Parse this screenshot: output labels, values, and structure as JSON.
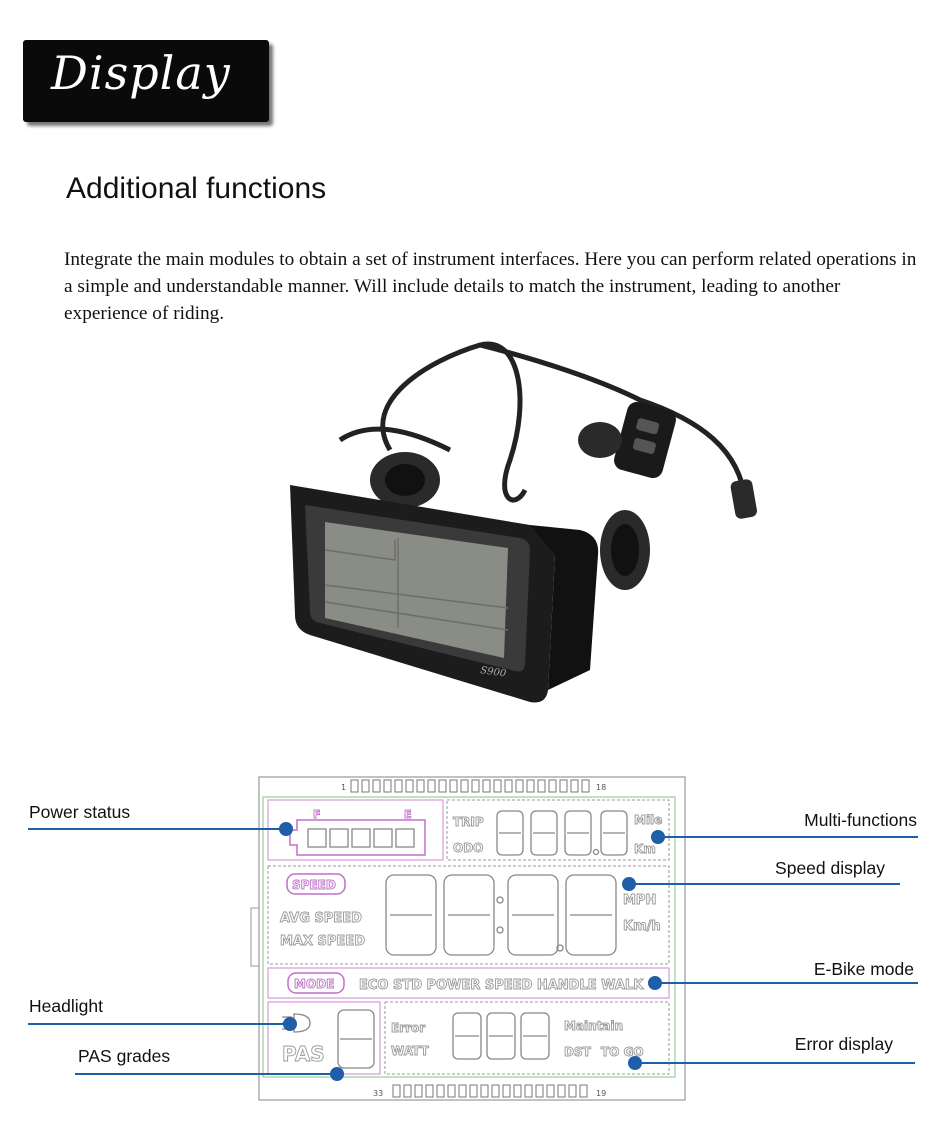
{
  "banner": {
    "title": "Display"
  },
  "heading": "Additional functions",
  "intro": "Integrate the main modules to obtain a set of instrument interfaces. Here you can perform related operations in a simple and understandable manner. Will include details to match the instrument, leading to another experience of riding.",
  "device": {
    "model": "S900"
  },
  "lcd": {
    "pin_top_left": "1",
    "pin_top_right": "18",
    "pin_bottom_left": "33",
    "pin_bottom_right": "19",
    "fuel_full": "F",
    "fuel_empty": "E",
    "trip": "TRIP",
    "odo": "ODO",
    "mile": "Mile",
    "km": "Km",
    "speed_badge": "SPEED",
    "avg_speed": "AVG SPEED",
    "max_speed": "MAX SPEED",
    "mph": "MPH",
    "kmh": "Km/h",
    "mode_badge": "MODE",
    "modes": "ECO STD POWER SPEED HANDLE WALK",
    "pas": "PAS",
    "error": "Error",
    "watt": "WATT",
    "maintain": "Maintain",
    "dst": "DST",
    "to_go": "TO GO"
  },
  "callouts": {
    "power_status": "Power status",
    "headlight": "Headlight",
    "pas_grades": "PAS grades",
    "multi_functions": "Multi-functions",
    "speed_display": "Speed display",
    "ebike_mode": "E-Bike mode",
    "error_display": "Error display"
  }
}
